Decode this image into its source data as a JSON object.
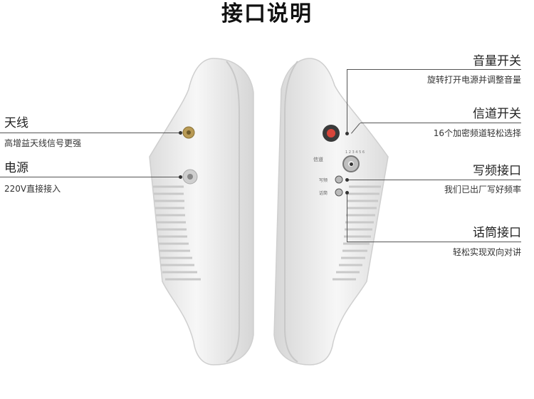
{
  "title": "接口说明",
  "left": [
    {
      "label": "天线",
      "desc": "高增益天线信号更强"
    },
    {
      "label": "电源",
      "desc": "220V直接接入"
    }
  ],
  "right": [
    {
      "label": "音量开关",
      "desc": "旋转打开电源并调整音量"
    },
    {
      "label": "信道开关",
      "desc": "16个加密频道轻松选择"
    },
    {
      "label": "写频接口",
      "desc": "我们已出厂写好频率"
    },
    {
      "label": "话筒接口",
      "desc": "轻松实现双向对讲"
    }
  ],
  "device": {
    "channel_label": "信道",
    "write_label": "写频",
    "mic_label": "话筒",
    "dial_scale": "1 2 3 4 5 6"
  },
  "colors": {
    "knob": "#d8453a",
    "body": "#f2f2f2",
    "line": "#555555"
  }
}
